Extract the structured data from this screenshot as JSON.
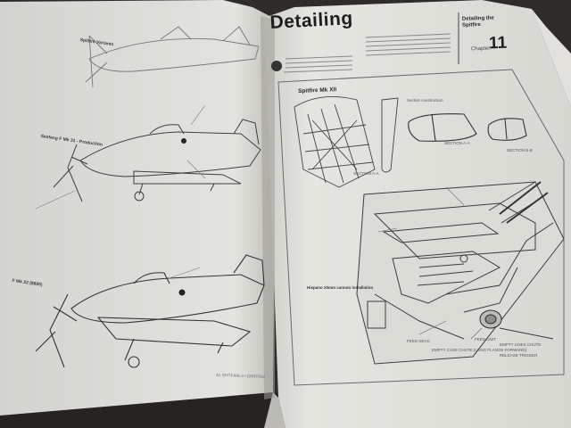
{
  "chapter": {
    "title": "Detailing",
    "label": "Detailing the Spitfire",
    "word": "Chapter",
    "number": "11"
  },
  "right_page": {
    "diagram_heading": "Spitfire Mk XII",
    "callouts": {
      "sections": "Section construction",
      "section_ab": "SECTION A-A",
      "section_bb": "SECTION B-B",
      "section_aa2": "SECTION A-A",
      "cannon": "Hispano 20mm cannon installation",
      "feed_neck": "FEED NECK",
      "empty_case_chute": "EMPTY CASE CHUTE (LONG FLANGE FORWARD)",
      "feed_unit": "FEED UNIT",
      "empty_links": "EMPTY LINKS CHUTE",
      "release_trigger": "RELEASE TRIGGER"
    }
  },
  "left_page": {
    "caption_top": "Spitfire Variants",
    "caption_mid": "Seafang F Mk 31 - Production",
    "caption_bottom": "F Mk 22 (8895)",
    "footer": "A1 SPITFIRE II / GRIFFON"
  }
}
